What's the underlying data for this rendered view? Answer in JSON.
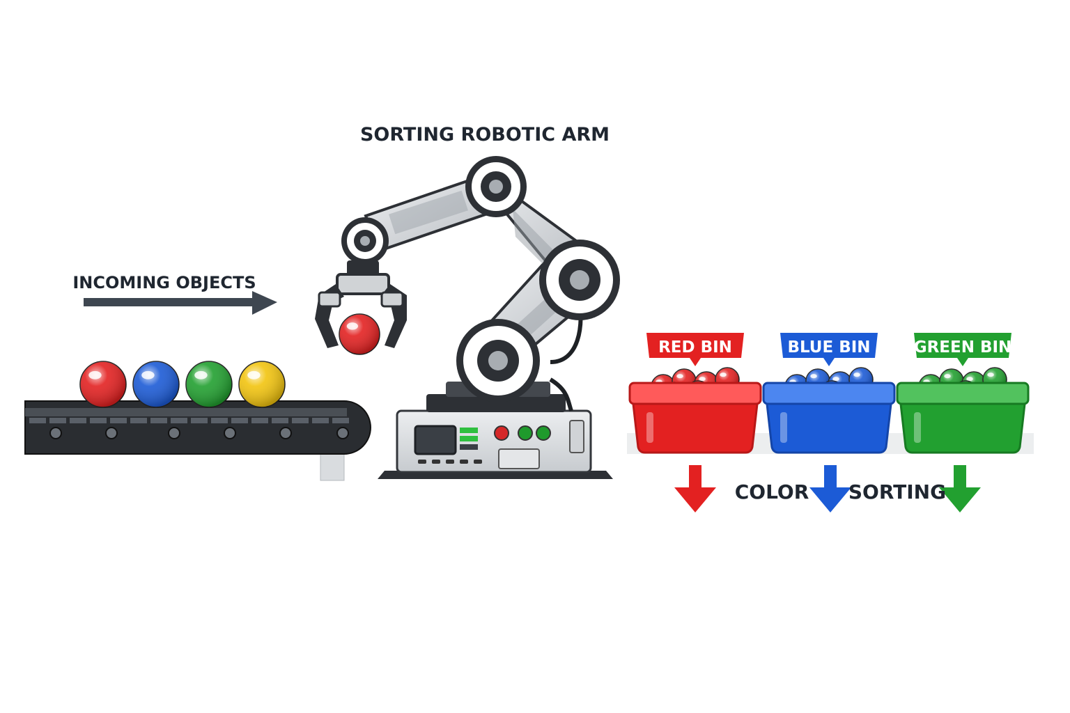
{
  "title": "SORTING ROBOTIC ARM",
  "incoming_label": "INCOMING OBJECTS",
  "conveyor_balls": [
    {
      "color": "#e32121"
    },
    {
      "color": "#1c5bd6"
    },
    {
      "color": "#22a030"
    },
    {
      "color": "#f2c40f"
    }
  ],
  "gripped_ball": {
    "color": "#e32121"
  },
  "bins": [
    {
      "label": "RED BIN",
      "color": "#e32121",
      "dark": "#b81818",
      "light": "#ff5a5a"
    },
    {
      "label": "BLUE BIN",
      "color": "#1c5bd6",
      "dark": "#1445a8",
      "light": "#4c86f0"
    },
    {
      "label": "GREEN BIN",
      "color": "#22a030",
      "dark": "#177a22",
      "light": "#52c25e"
    }
  ],
  "bottom_words": [
    "COLOR",
    "SORTING"
  ],
  "colors": {
    "text": "#1f2630",
    "arrow": "#3e4650",
    "arm_body": "#d6d9dc",
    "arm_dark": "#2d3035",
    "belt": "#2a2d31",
    "button_red": "#d62828",
    "button_green": "#1f9a2c",
    "screen": "#3a3f45",
    "screen_green": "#2fbf3f"
  },
  "icons": [
    "conveyor-belt-icon",
    "robotic-arm-icon",
    "gripper-icon",
    "sorting-bin-icon",
    "down-arrow-icon",
    "right-arrow-icon"
  ]
}
